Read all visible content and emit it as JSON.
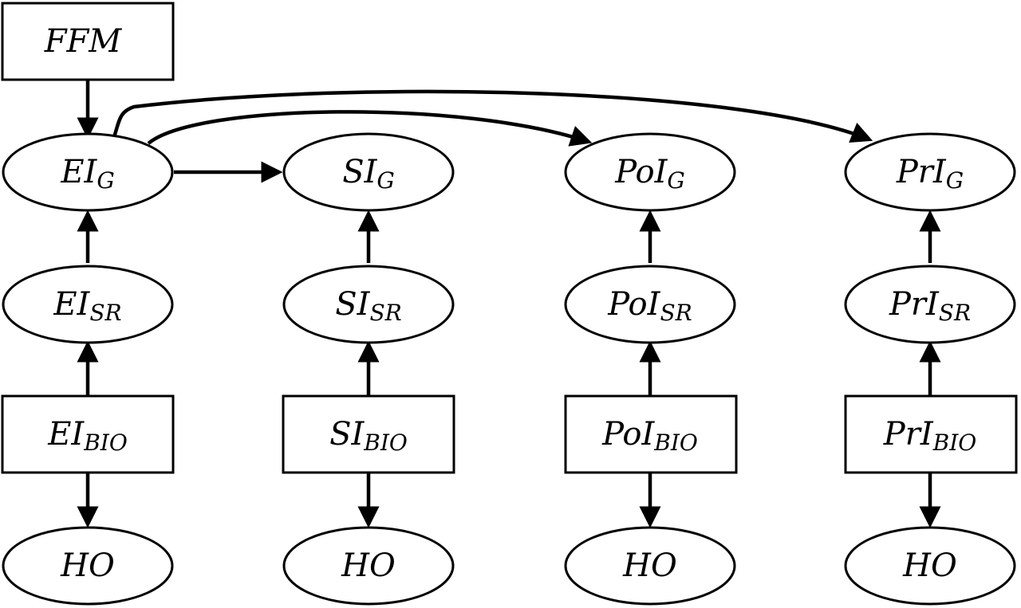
{
  "nodes": {
    "ffm": {
      "main": "FFM",
      "sub": ""
    },
    "ei_g": {
      "main": "EI",
      "sub": "G"
    },
    "si_g": {
      "main": "SI",
      "sub": "G"
    },
    "poi_g": {
      "main": "PoI",
      "sub": "G"
    },
    "pri_g": {
      "main": "PrI",
      "sub": "G"
    },
    "ei_sr": {
      "main": "EI",
      "sub": "SR"
    },
    "si_sr": {
      "main": "SI",
      "sub": "SR"
    },
    "poi_sr": {
      "main": "PoI",
      "sub": "SR"
    },
    "pri_sr": {
      "main": "PrI",
      "sub": "SR"
    },
    "ei_bio": {
      "main": "EI",
      "sub": "BIO"
    },
    "si_bio": {
      "main": "SI",
      "sub": "BIO"
    },
    "poi_bio": {
      "main": "PoI",
      "sub": "BIO"
    },
    "pri_bio": {
      "main": "PrI",
      "sub": "BIO"
    },
    "ho_1": {
      "main": "HO",
      "sub": ""
    },
    "ho_2": {
      "main": "HO",
      "sub": ""
    },
    "ho_3": {
      "main": "HO",
      "sub": ""
    },
    "ho_4": {
      "main": "HO",
      "sub": ""
    }
  },
  "edges": [
    {
      "from": "ffm",
      "to": "ei_g"
    },
    {
      "from": "ei_g",
      "to": "si_g"
    },
    {
      "from": "ei_g",
      "to": "poi_g"
    },
    {
      "from": "ei_g",
      "to": "pri_g"
    },
    {
      "from": "ei_sr",
      "to": "ei_g"
    },
    {
      "from": "si_sr",
      "to": "si_g"
    },
    {
      "from": "poi_sr",
      "to": "poi_g"
    },
    {
      "from": "pri_sr",
      "to": "pri_g"
    },
    {
      "from": "ei_bio",
      "to": "ei_sr"
    },
    {
      "from": "si_bio",
      "to": "si_sr"
    },
    {
      "from": "poi_bio",
      "to": "poi_sr"
    },
    {
      "from": "pri_bio",
      "to": "pri_sr"
    },
    {
      "from": "ei_bio",
      "to": "ho_1"
    },
    {
      "from": "si_bio",
      "to": "ho_2"
    },
    {
      "from": "poi_bio",
      "to": "ho_3"
    },
    {
      "from": "pri_bio",
      "to": "ho_4"
    }
  ]
}
